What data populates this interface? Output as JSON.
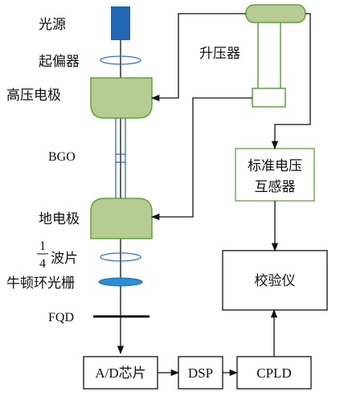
{
  "labels": {
    "light_source": "光源",
    "polarizer": "起偏器",
    "hv_electrode": "高压电极",
    "bgo": "BGO",
    "ground_electrode": "地电极",
    "quarter_num": "1",
    "quarter_den": "4",
    "wave_plate": "波片",
    "grating": "牛顿环光栅",
    "fqd": "FQD",
    "booster": "升压器",
    "std_vt_line1": "标准电压",
    "std_vt_line2": "互感器",
    "calibrator": "校验仪",
    "adc": "A/D芯片",
    "dsp": "DSP",
    "cpld": "CPLD"
  },
  "colors": {
    "light_source_blue": "#2166b5",
    "electrode_fill": "#b7cc93",
    "electrode_stroke": "#5fa33a",
    "crystal_stroke": "#2a5db0",
    "ellipse_stroke": "#2a78c8",
    "grating_fill": "#2b8fd6",
    "line": "#111111"
  }
}
